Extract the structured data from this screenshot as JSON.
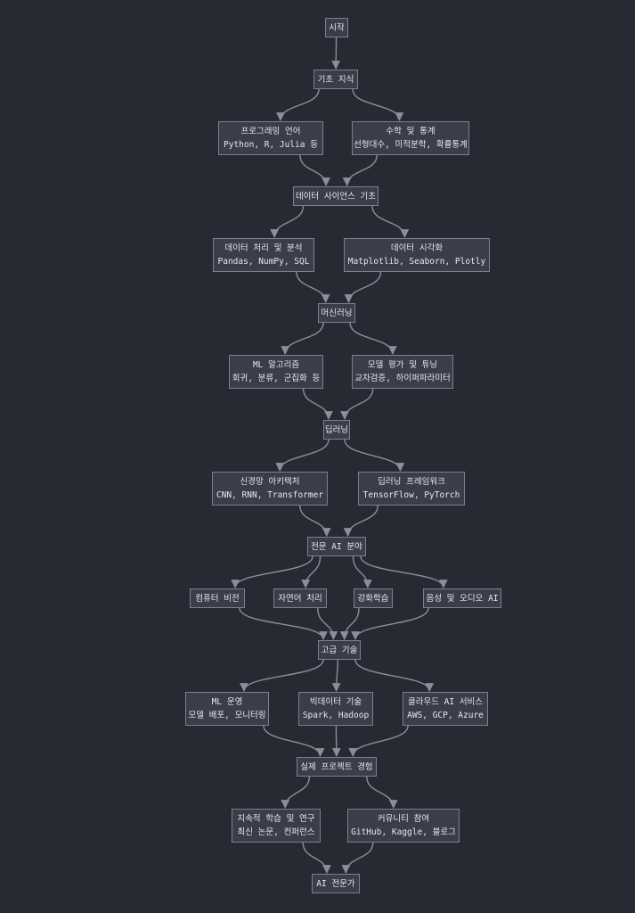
{
  "nodes": {
    "start": [
      "시작"
    ],
    "basics": [
      "기초 지식"
    ],
    "programming": [
      "프로그래밍 언어",
      "Python, R, Julia 등"
    ],
    "math": [
      "수학 및 통계",
      "선형대수, 미적분학, 확률통계"
    ],
    "ds": [
      "데이터 사이언스 기초"
    ],
    "processing": [
      "데이터 처리 및 분석",
      "Pandas, NumPy, SQL"
    ],
    "viz": [
      "데이터 시각화",
      "Matplotlib, Seaborn, Plotly"
    ],
    "ml": [
      "머신러닝"
    ],
    "mlalgo": [
      "ML 알고리즘",
      "회귀, 분류, 군집화 등"
    ],
    "tuning": [
      "모델 평가 및 튜닝",
      "교차검증, 하이퍼파라미터"
    ],
    "dl": [
      "딥러닝"
    ],
    "nn": [
      "신경망 아키텍처",
      "CNN, RNN, Transformer"
    ],
    "framework": [
      "딥러닝 프레임워크",
      "TensorFlow, PyTorch"
    ],
    "ai": [
      "전문 AI 분야"
    ],
    "cv": [
      "컴퓨터 비전"
    ],
    "nlp": [
      "자연어 처리"
    ],
    "rl": [
      "강화학습"
    ],
    "speech": [
      "음성 및 오디오 AI"
    ],
    "advanced": [
      "고급 기술"
    ],
    "mlops": [
      "ML 운영",
      "모델 배포, 모니터링"
    ],
    "bigdata": [
      "빅데이터 기술",
      "Spark, Hadoop"
    ],
    "cloud": [
      "클라우드 AI 서비스",
      "AWS, GCP, Azure"
    ],
    "project": [
      "실제 프로젝트 경험"
    ],
    "learning": [
      "지속적 학습 및 연구",
      "최신 논문, 컨퍼런스"
    ],
    "community": [
      "커뮤니티 참여",
      "GitHub, Kaggle, 블로그"
    ],
    "expert": [
      "AI 전문가"
    ]
  },
  "colors": {
    "background": "#272a33",
    "node_fill": "#3a3e49",
    "node_border": "#7b8090",
    "edge": "#8a8f9c",
    "text": "#e6e8ee"
  }
}
